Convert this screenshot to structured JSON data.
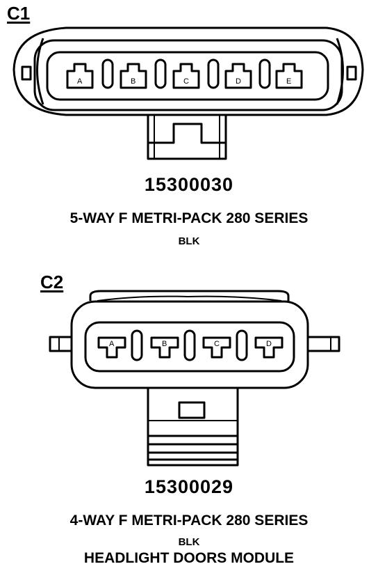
{
  "connectors": [
    {
      "id": "C1",
      "pins": [
        "A",
        "B",
        "C",
        "D",
        "E"
      ],
      "part_number": "15300030",
      "description": "5-WAY F METRI-PACK 280 SERIES",
      "color": "BLK"
    },
    {
      "id": "C2",
      "pins": [
        "A",
        "B",
        "C",
        "D"
      ],
      "part_number": "15300029",
      "description": "4-WAY F METRI-PACK 280 SERIES",
      "color": "BLK",
      "component": "HEADLIGHT DOORS MODULE"
    }
  ]
}
